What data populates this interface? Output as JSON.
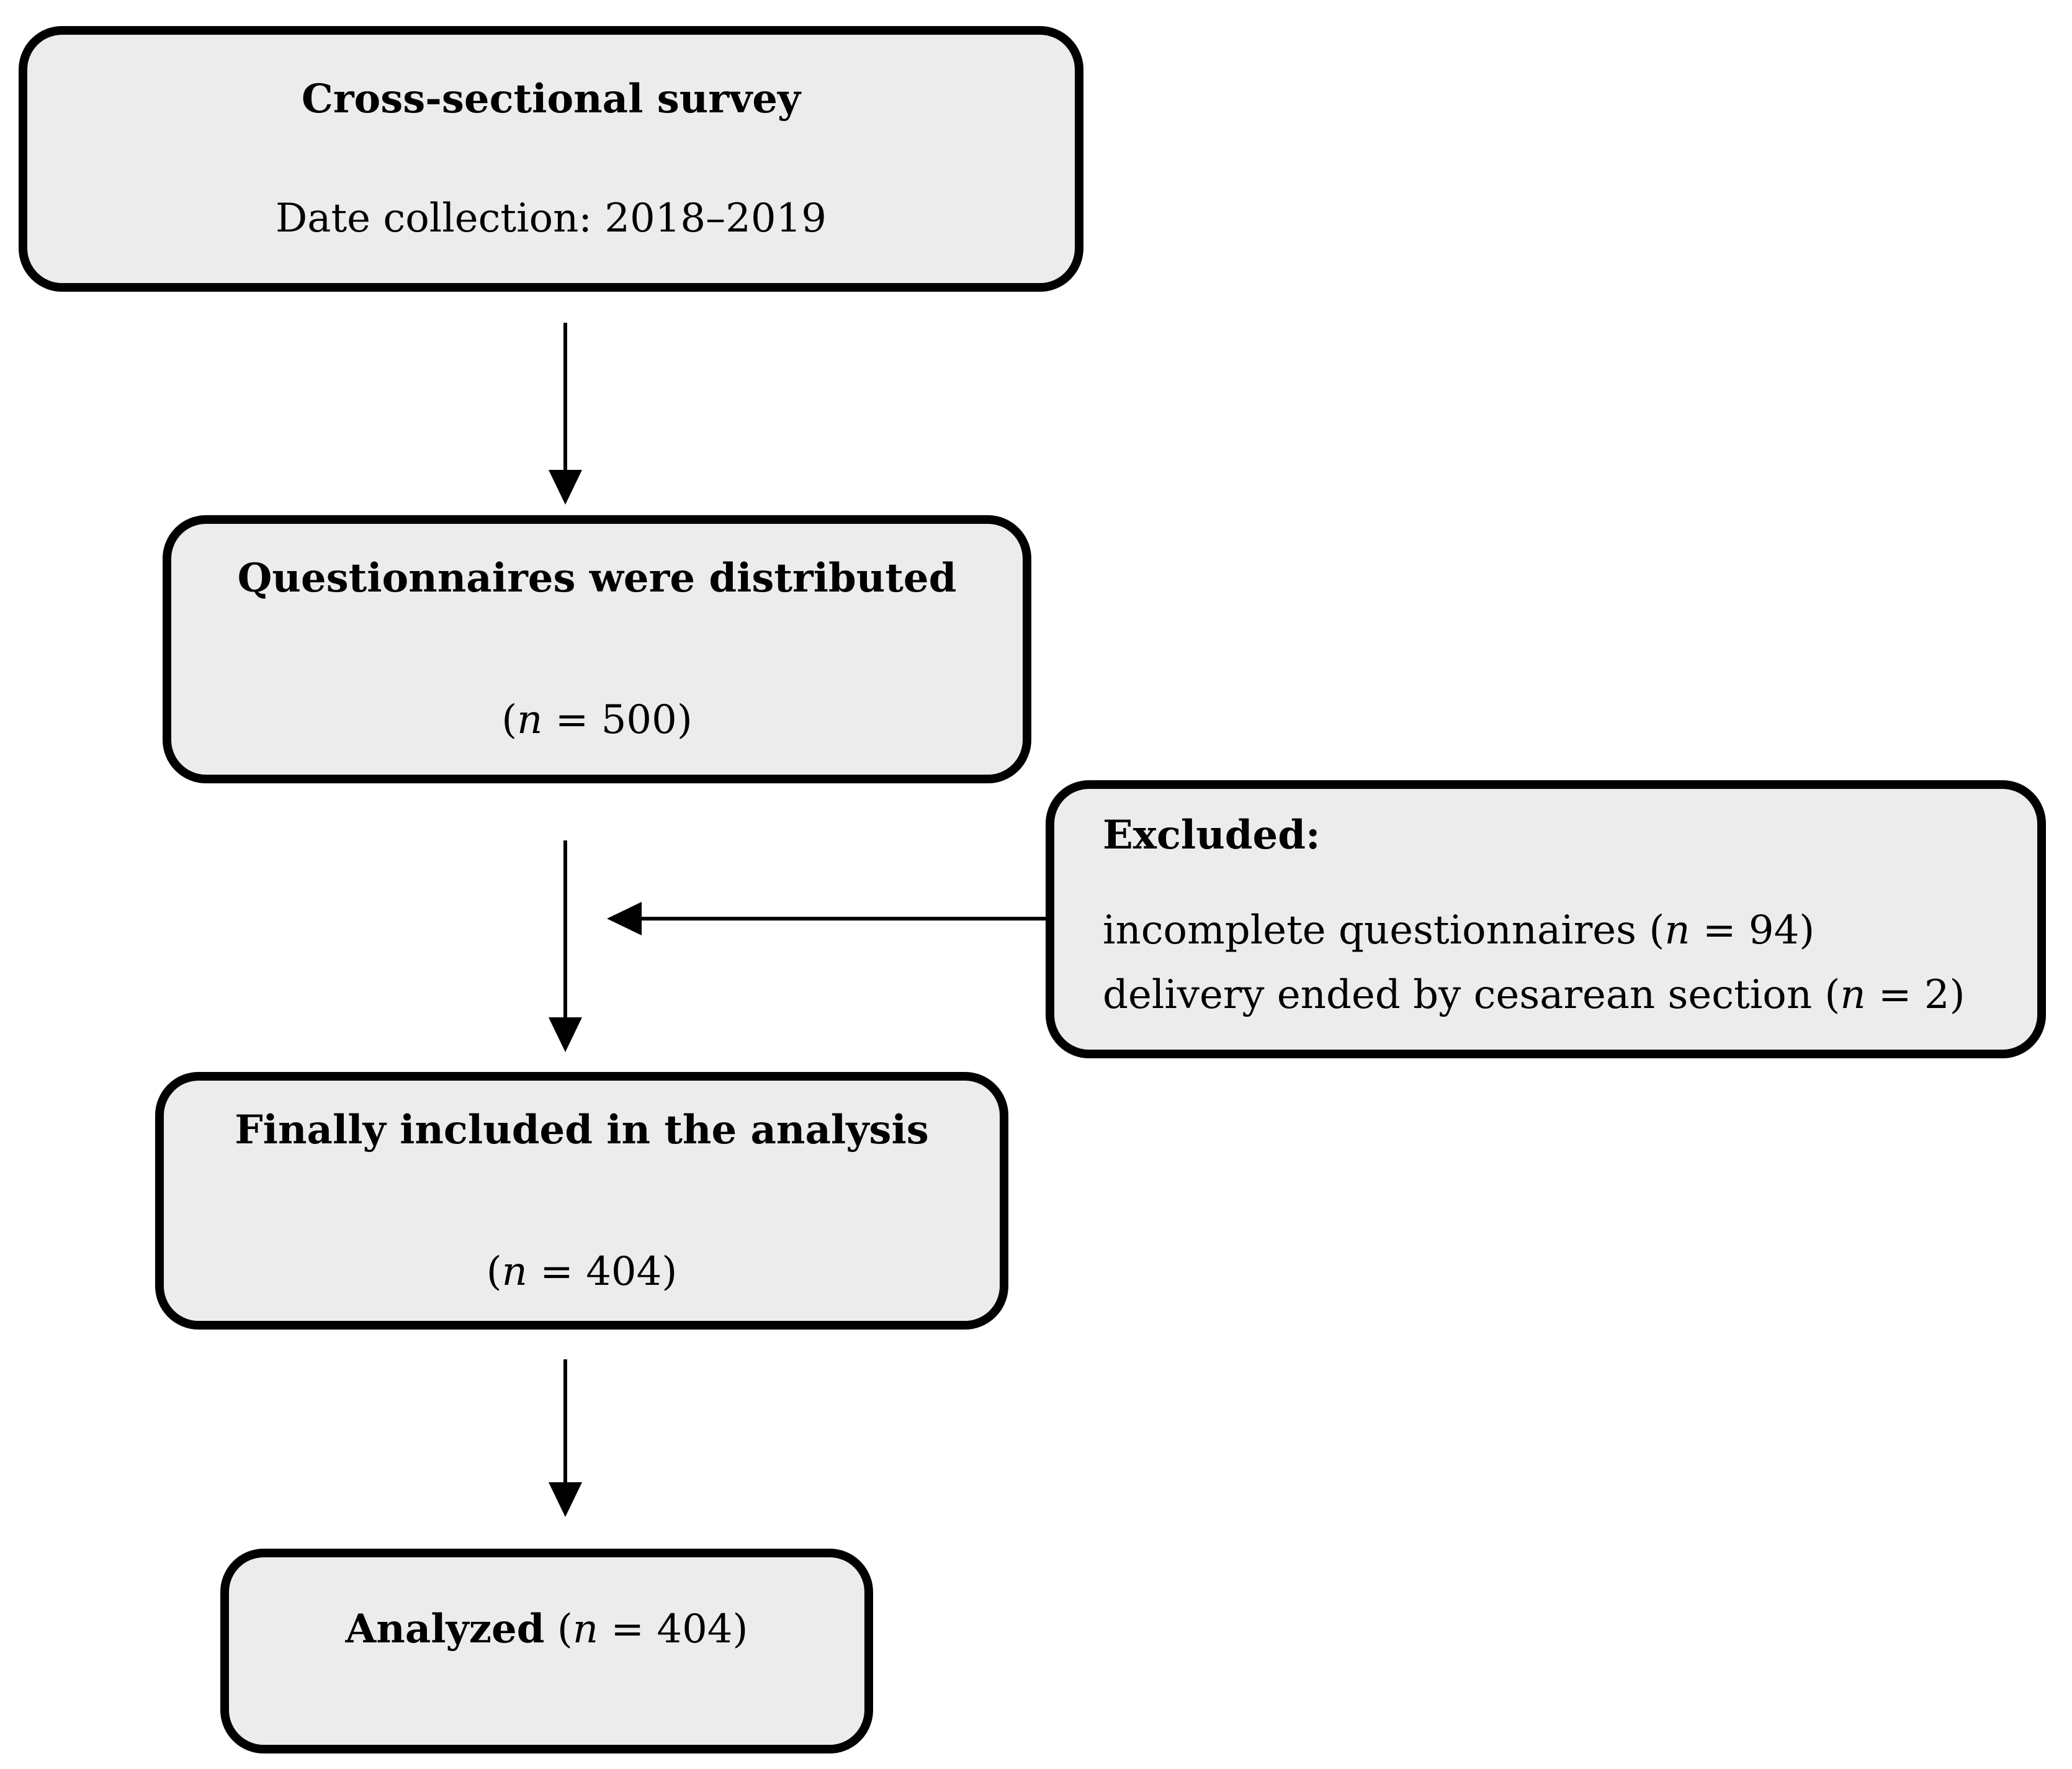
{
  "diagram": {
    "colors": {
      "box_fill": "#ececec",
      "box_border": "#000000",
      "arrow": "#000000",
      "background": "#ffffff"
    },
    "boxes": {
      "survey": {
        "title": "Cross-sectional survey",
        "subtitle": "Date collection: 2018–2019"
      },
      "distributed": {
        "title": "Questionnaires were distributed",
        "n_open": "(",
        "n_var": "n",
        "n_rest": " = 500)"
      },
      "excluded": {
        "title": "Excluded:",
        "items": [
          {
            "prefix": "incomplete questionnaires (",
            "var": "n",
            "rest": " = 94)"
          },
          {
            "prefix": "delivery ended by cesarean section (",
            "var": "n",
            "rest": " = 2)"
          }
        ]
      },
      "included": {
        "title": "Finally included in the analysis",
        "n_open": "(",
        "n_var": "n",
        "n_rest": " = 404)"
      },
      "analyzed": {
        "title": "Analyzed",
        "n_open": " (",
        "n_var": "n",
        "n_rest": " = 404)"
      }
    }
  }
}
